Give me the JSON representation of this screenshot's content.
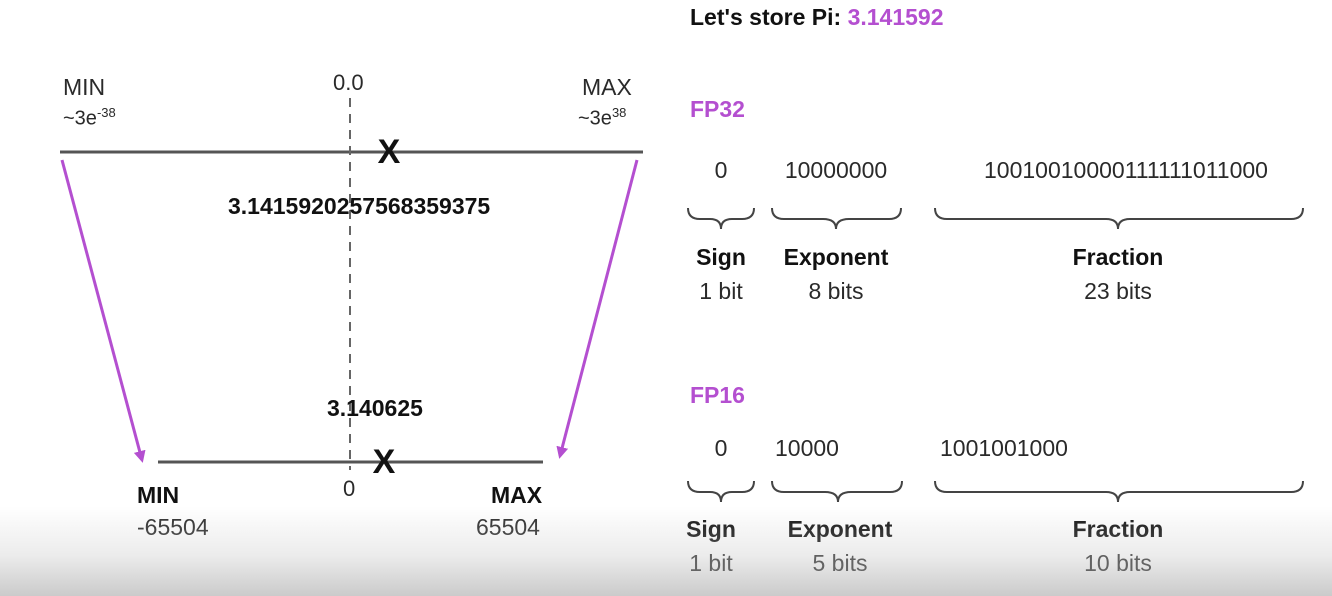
{
  "header": {
    "prefix": "Let's store Pi: ",
    "value": "3.141592"
  },
  "colors": {
    "accent": "#b44fd0",
    "line": "#555555",
    "text": "#111111"
  },
  "left_diagram": {
    "fp32_range": {
      "min_label": "MIN",
      "min_base": "~3e",
      "min_exp": "-38",
      "max_label": "MAX",
      "max_base": "~3e",
      "max_exp": "38",
      "zero_label": "0.0",
      "marker": "X",
      "stored_value": "3.1415920257568359375"
    },
    "fp16_range": {
      "min_label": "MIN",
      "min_value": "-65504",
      "max_label": "MAX",
      "max_value": "65504",
      "zero_label": "0",
      "marker": "X",
      "stored_value": "3.140625"
    }
  },
  "formats": [
    {
      "title": "FP32",
      "sign": {
        "bits": "0",
        "name": "Sign",
        "size": "1 bit"
      },
      "exponent": {
        "bits": "10000000",
        "name": "Exponent",
        "size": "8 bits"
      },
      "fraction": {
        "bits": "10010010000111111011000",
        "name": "Fraction",
        "size": "23 bits"
      }
    },
    {
      "title": "FP16",
      "sign": {
        "bits": "0",
        "name": "Sign",
        "size": "1 bit"
      },
      "exponent": {
        "bits": "10000",
        "name": "Exponent",
        "size": "5 bits"
      },
      "fraction": {
        "bits": "1001001000",
        "name": "Fraction",
        "size": "10 bits"
      }
    }
  ]
}
